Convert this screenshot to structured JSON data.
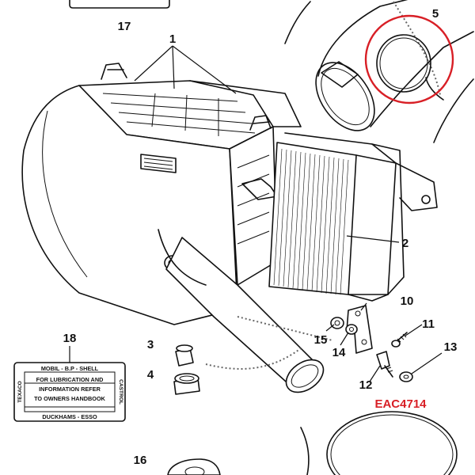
{
  "diagram": {
    "reference_code": "EAC4714",
    "callouts": [
      {
        "id": "1",
        "label": "1"
      },
      {
        "id": "2",
        "label": "2"
      },
      {
        "id": "3",
        "label": "3"
      },
      {
        "id": "4",
        "label": "4"
      },
      {
        "id": "5",
        "label": "5"
      },
      {
        "id": "10",
        "label": "10"
      },
      {
        "id": "11",
        "label": "11"
      },
      {
        "id": "12",
        "label": "12"
      },
      {
        "id": "13",
        "label": "13"
      },
      {
        "id": "14",
        "label": "14"
      },
      {
        "id": "15",
        "label": "15"
      },
      {
        "id": "16",
        "label": "16"
      },
      {
        "id": "17",
        "label": "17"
      },
      {
        "id": "18",
        "label": "18"
      }
    ],
    "lubrication_label": {
      "top": "MOBIL - B.P - SHELL",
      "left": "TEXACO",
      "right": "CASTROL",
      "line1": "FOR LUBRICATION AND",
      "line2": "INFORMATION REFER",
      "line3": "TO OWNERS HANDBOOK",
      "bottom": "DUCKHAMS - ESSO"
    },
    "highlight_color": "#d81f26"
  }
}
